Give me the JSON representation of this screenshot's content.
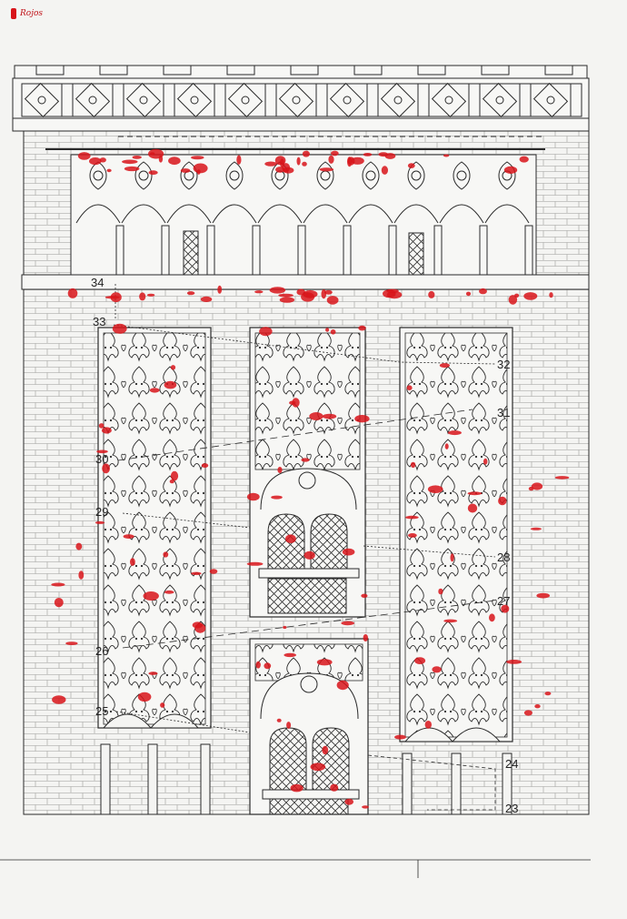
{
  "legend": {
    "label": "Rojos",
    "color": "#d8141a"
  },
  "colors": {
    "ink": "#2a2a2a",
    "paper": "#f4f4f2",
    "brick": "#8a8a88",
    "red": "#d8141a"
  },
  "annotations": [
    "34",
    "33",
    "32",
    "31",
    "30",
    "29",
    "28",
    "27",
    "26",
    "25",
    "24",
    "23"
  ]
}
